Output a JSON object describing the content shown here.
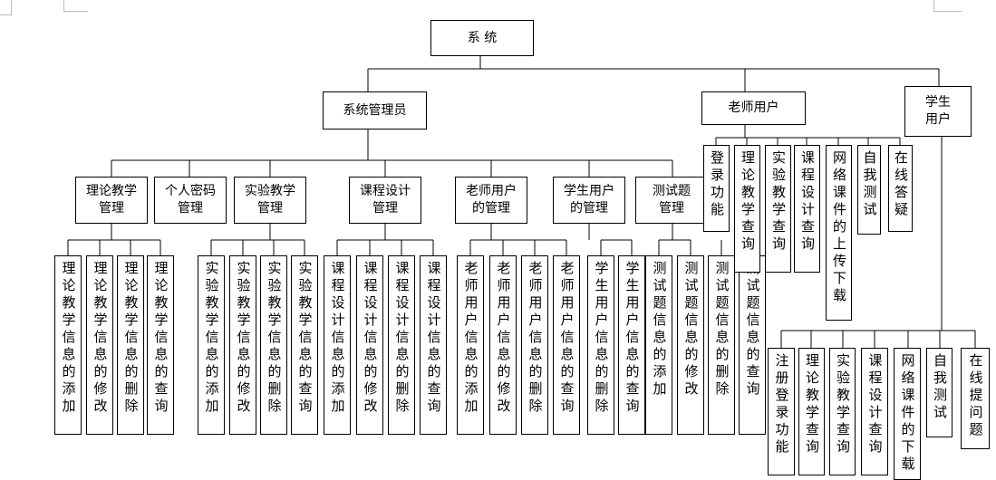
{
  "root": {
    "label": "系 统"
  },
  "level1": {
    "admin": "系统管理员",
    "teacher": "老师用户",
    "student": "学生\n用户"
  },
  "admin_modules": [
    {
      "label": "理论教学\n管理",
      "items": [
        "理论教学信息的添加",
        "理论教学信息的修改",
        "理论教学信息的删除",
        "理论教学信息的查询"
      ]
    },
    {
      "label": "个人密码\n管理",
      "items": []
    },
    {
      "label": "实验教学\n管理",
      "items": [
        "实验教学信息的添加",
        "实验教学信息的修改",
        "实验教学信息的删除",
        "实验教学信息的查询"
      ]
    },
    {
      "label": "课程设计\n管理",
      "items": [
        "课程设计信息的添加",
        "课程设计信息的修改",
        "课程设计信息的删除",
        "课程设计信息的查询"
      ]
    },
    {
      "label": "老师用户\n的管理",
      "items": [
        "老师用户信息的添加",
        "老师用户信息的修改",
        "老师用户信息的删除",
        "老师用户信息的查询"
      ]
    },
    {
      "label": "学生用户\n的管理",
      "items": [
        "学生用户信息的删除",
        "学生用户信息的查询"
      ]
    },
    {
      "label": "测试题\n管理",
      "items": [
        "测试题信息的添加",
        "测试题信息的修改",
        "测试题信息的删除",
        "测试题信息的查询"
      ]
    }
  ],
  "teacher_functions": [
    "登录功能",
    "理论教学查询",
    "实验教学查询",
    "课程设计查询",
    "网络课件的上传下载",
    "自我测试",
    "在线答疑"
  ],
  "student_functions": [
    "注册登录功能",
    "理论教学查询",
    "实验教学查询",
    "课程设计查询",
    "网络课件的下载",
    "自我测试",
    "在线提问题"
  ]
}
